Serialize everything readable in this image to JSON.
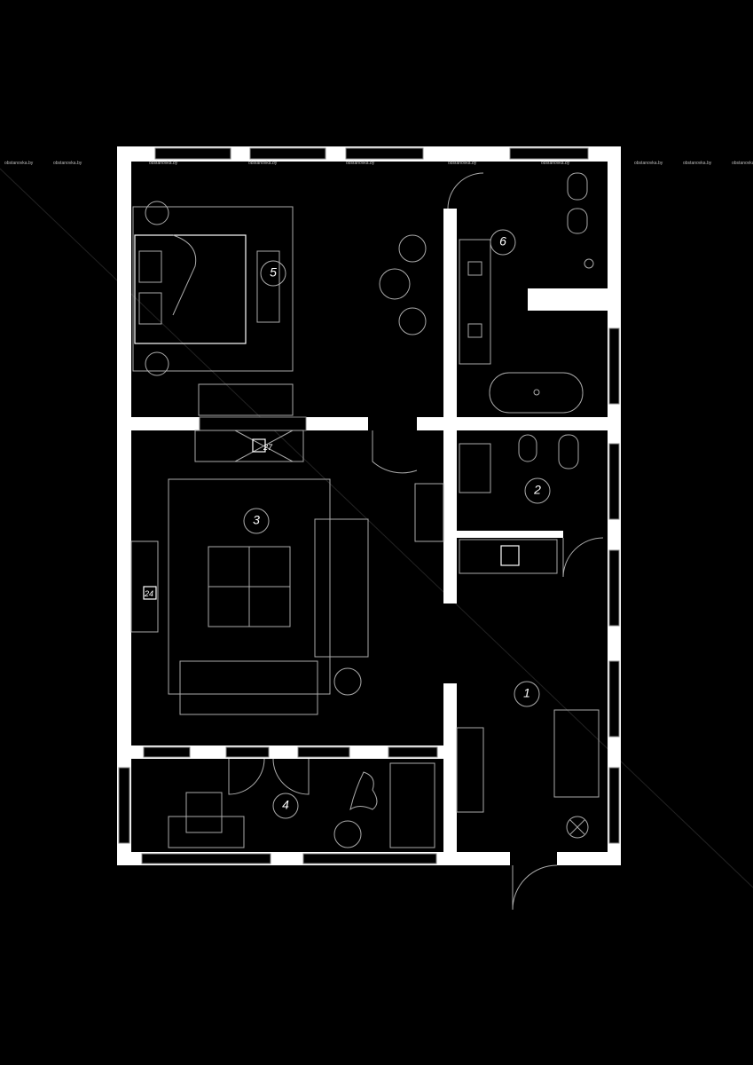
{
  "watermark": "obstanovka.by",
  "rooms": [
    {
      "number": "1"
    },
    {
      "number": "2"
    },
    {
      "number": "3"
    },
    {
      "number": "4"
    },
    {
      "number": "5"
    },
    {
      "number": "6"
    }
  ],
  "furniture_tags": [
    "24",
    "27"
  ],
  "colors": {
    "background": "#000000",
    "walls": "#ffffff",
    "lines": "#aaaaaa"
  }
}
